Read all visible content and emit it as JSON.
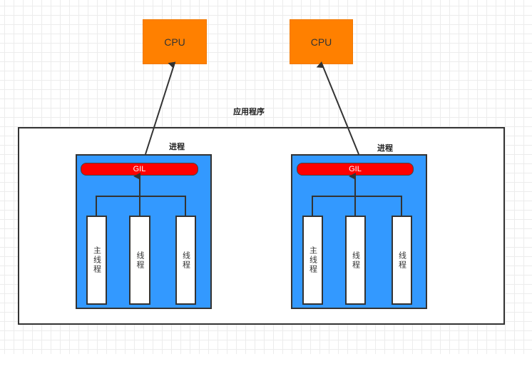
{
  "diagram": {
    "title": "应用程序",
    "colors": {
      "cpu": "#FF8000",
      "process": "#3399FF",
      "gil": "#FF0000",
      "thread": "#FFFFFF",
      "line": "#333333"
    },
    "cpus": [
      {
        "label": "CPU"
      },
      {
        "label": "CPU"
      }
    ],
    "processes": [
      {
        "label": "进程",
        "gil_label": "GIL",
        "threads": [
          {
            "label": "主线程"
          },
          {
            "label": "线程"
          },
          {
            "label": "线程"
          }
        ]
      },
      {
        "label": "进程",
        "gil_label": "GIL",
        "threads": [
          {
            "label": "主线程"
          },
          {
            "label": "线程"
          },
          {
            "label": "线程"
          }
        ]
      }
    ]
  }
}
